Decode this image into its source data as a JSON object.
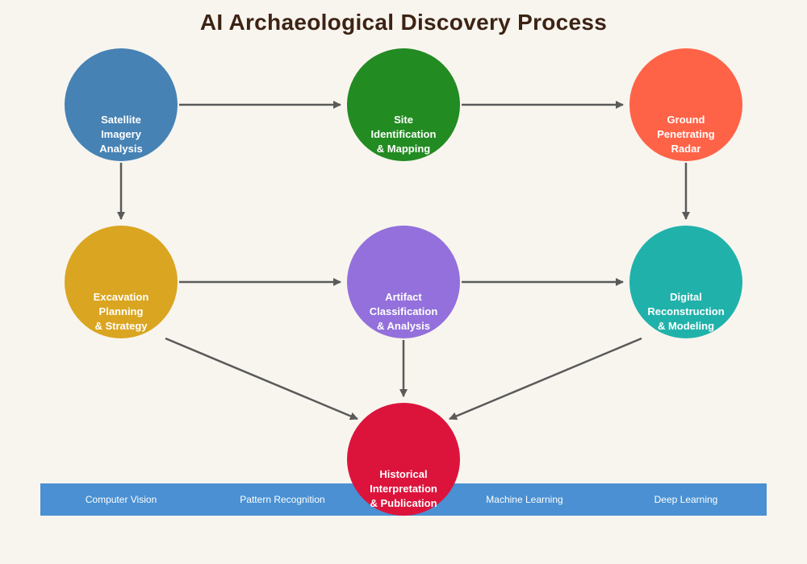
{
  "title": "AI Archaeological Discovery Process",
  "colors": {
    "background": "#f8f5ef",
    "title_text": "#3d2314",
    "arrow": "#5a5a5a",
    "node_text": "#ffffff",
    "footer_bar": "#4a90d2",
    "footer_text": "#ffffff"
  },
  "nodes": [
    {
      "id": "satellite-imagery-analysis",
      "label": "Satellite\nImagery\nAnalysis",
      "color": "#4682B4"
    },
    {
      "id": "site-identification-mapping",
      "label": "Site\nIdentification\n& Mapping",
      "color": "#228B22"
    },
    {
      "id": "ground-penetrating-radar",
      "label": "Ground\nPenetrating\nRadar",
      "color": "#FF6347"
    },
    {
      "id": "excavation-planning-strategy",
      "label": "Excavation\nPlanning\n& Strategy",
      "color": "#DAA520"
    },
    {
      "id": "artifact-classification-analysis",
      "label": "Artifact\nClassification\n& Analysis",
      "color": "#9370DB"
    },
    {
      "id": "digital-reconstruction-modeling",
      "label": "Digital\nReconstruction\n& Modeling",
      "color": "#20B2AA"
    },
    {
      "id": "historical-interpretation-publication",
      "label": "Historical\nInterpretation\n& Publication",
      "color": "#DC143C"
    }
  ],
  "edges": [
    {
      "from": "satellite-imagery-analysis",
      "to": "site-identification-mapping"
    },
    {
      "from": "site-identification-mapping",
      "to": "ground-penetrating-radar"
    },
    {
      "from": "satellite-imagery-analysis",
      "to": "excavation-planning-strategy"
    },
    {
      "from": "ground-penetrating-radar",
      "to": "digital-reconstruction-modeling"
    },
    {
      "from": "excavation-planning-strategy",
      "to": "artifact-classification-analysis"
    },
    {
      "from": "artifact-classification-analysis",
      "to": "digital-reconstruction-modeling"
    },
    {
      "from": "excavation-planning-strategy",
      "to": "historical-interpretation-publication"
    },
    {
      "from": "artifact-classification-analysis",
      "to": "historical-interpretation-publication"
    },
    {
      "from": "digital-reconstruction-modeling",
      "to": "historical-interpretation-publication"
    }
  ],
  "footer": {
    "color": "#4a90d2",
    "items": [
      "Computer Vision",
      "Pattern Recognition",
      "Machine Learning",
      "Deep Learning"
    ]
  }
}
